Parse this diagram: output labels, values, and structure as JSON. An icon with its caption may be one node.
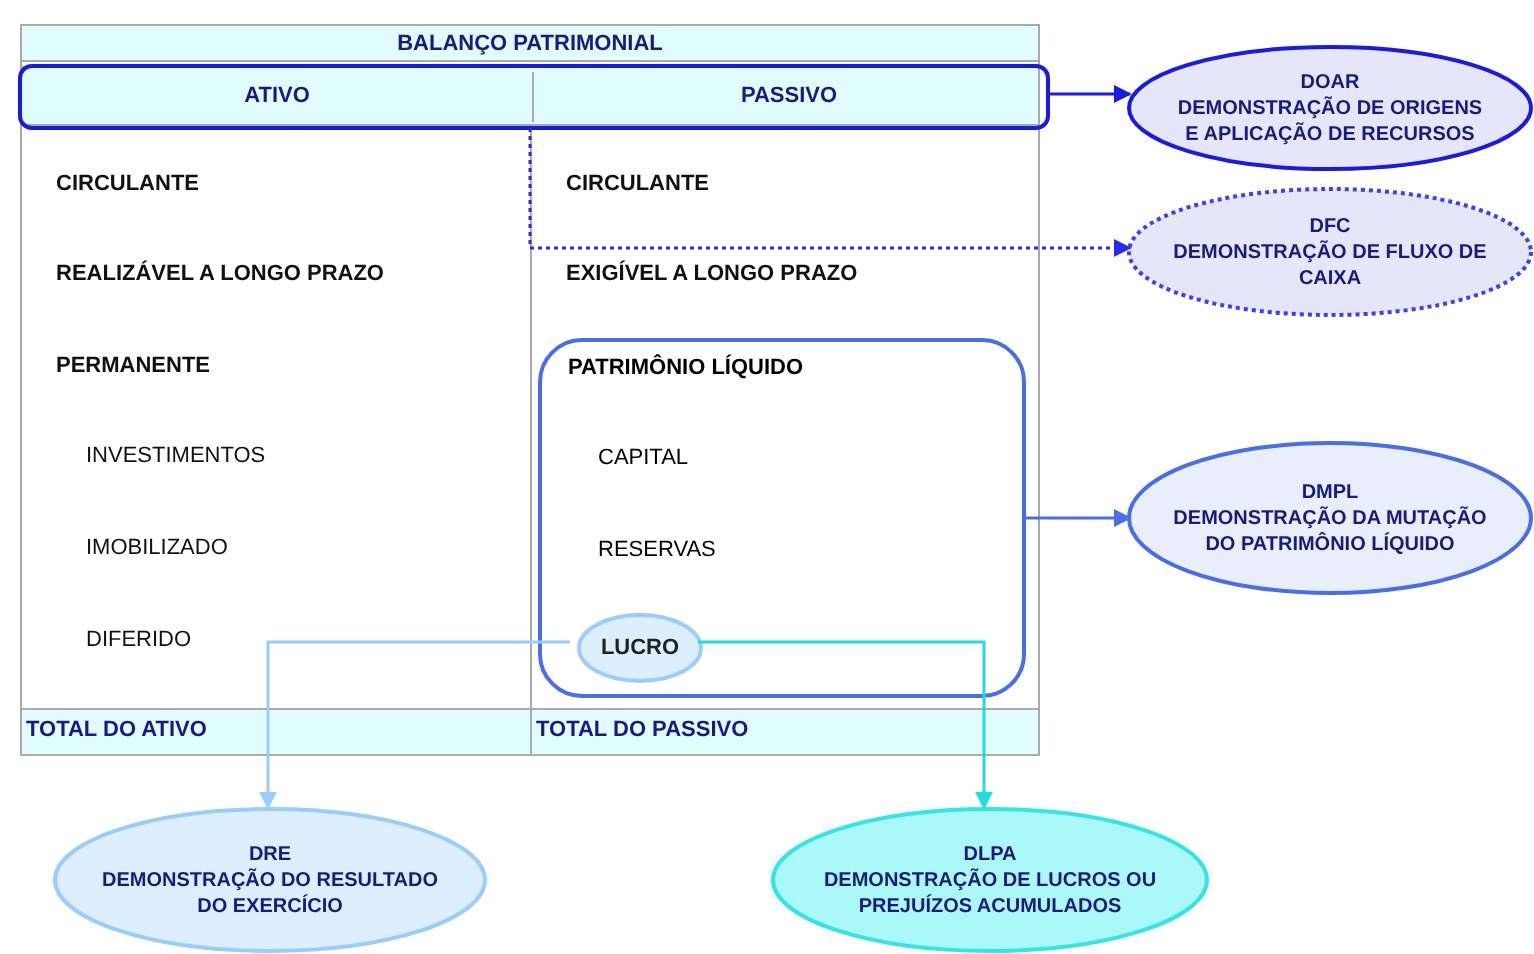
{
  "diagram": {
    "nodes": [
      {
        "text": [
          "BALANÇO PATRIMONIAL"
        ]
      },
      {
        "text": [
          "ATIVO",
          "PASSIVO"
        ],
        "in": 0
      },
      {
        "text": [
          "PATRIMÔNIO LÍQUIDO",
          "CAPITAL",
          "RESERVAS"
        ],
        "in": 0
      },
      {
        "text": [
          "LUCRO"
        ],
        "in": 2
      },
      {
        "text": [
          "DOAR",
          "DEMONSTRAÇÃO DE ORIGENS E APLICAÇÃO DE RECURSOS"
        ]
      },
      {
        "text": [
          "DFC",
          "DEMONSTRAÇÃO DE FLUXO DE CAIXA"
        ]
      },
      {
        "text": [
          "DMPL",
          "DEMONSTRAÇÃO DA MUTAÇÃO DO PATRIMÔNIO LÍQUIDO"
        ]
      },
      {
        "text": [
          "DRE",
          "DEMONSTRAÇÃO DO RESULTADO DO EXERCÍCIO"
        ]
      },
      {
        "text": [
          "DLPA",
          "DEMONSTRAÇÃO DE LUCROS OU PREJUÍZOS ACUMULADOS"
        ]
      }
    ],
    "edges": [
      {
        "from": 1,
        "to": 4,
        "arrow": "to",
        "color": "#1a1ae6"
      },
      {
        "from": 1,
        "to": 5,
        "arrow": "to",
        "style": "dashed",
        "color": "#2a2aee"
      },
      {
        "from": 2,
        "to": 6,
        "arrow": "to",
        "color": "#4a6ee8"
      },
      {
        "from": 3,
        "to": 7,
        "arrow": "to",
        "color": "#99ccff"
      },
      {
        "from": 3,
        "to": 8,
        "arrow": "to",
        "color": "#22dddd"
      }
    ],
    "labels": [
      "CIRCULANTE",
      "CIRCULANTE",
      "REALIZÁVEL A LONGO PRAZO",
      "EXIGÍVEL A LONGO PRAZO",
      "PERMANENTE",
      "INVESTIMENTOS",
      "IMOBILIZADO",
      "DIFERIDO",
      "TOTAL DO ATIVO",
      "TOTAL DO PASSIVO"
    ]
  }
}
